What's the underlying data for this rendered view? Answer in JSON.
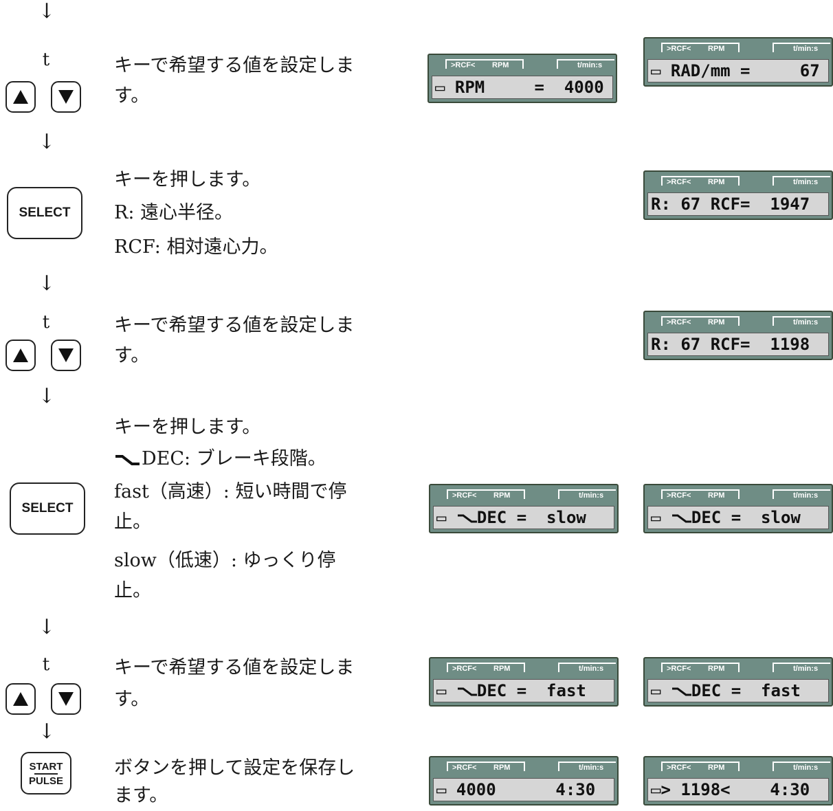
{
  "arrow": "↓",
  "t_label": "t",
  "keys": {
    "select": "SELECT",
    "start": "START",
    "pulse": "PULSE"
  },
  "steps": [
    {
      "text": [
        "キーで希望する値を設定しま",
        "す。"
      ]
    },
    {
      "text": [
        "キーを押します。",
        "R: 遠心半径。",
        "RCF: 相対遠心力。"
      ]
    },
    {
      "text": [
        "キーで希望する値を設定しま",
        "す。"
      ]
    },
    {
      "text": [
        "キーを押します。",
        "DEC: ブレーキ段階。",
        "fast（高速）: 短い時間で停",
        "止。",
        "slow（低速）: ゆっくり停",
        "止。"
      ]
    },
    {
      "text": [
        "キーで希望する値を設定しま",
        "す。"
      ]
    },
    {
      "text": [
        "ボタンを押して設定を保存し",
        "ます。"
      ]
    }
  ],
  "lcd_tabs": {
    "rcf": ">RCF<",
    "rpm": "RPM",
    "time": "t/min:s"
  },
  "displays": {
    "d1": "RPM     =  4000",
    "d2": "RAD/mm =     67",
    "d3": "R: 67 RCF=  1947",
    "d4": "R: 67 RCF=  1198",
    "d5": "DEC =  slow",
    "d6": "DEC =  slow",
    "d7": "DEC =  fast",
    "d8": "DEC =  fast",
    "d9": "4000      4:30",
    "d10": "> 1198<    4:30"
  }
}
